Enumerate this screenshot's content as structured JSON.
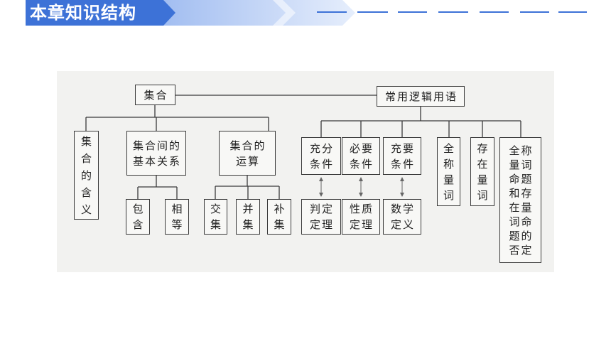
{
  "header": {
    "title": "本章知识结构"
  },
  "colors": {
    "accent": "#3d72d7",
    "accent_light": "#9dbaf0"
  },
  "diagram": {
    "sets": {
      "label": "集合",
      "meaning": "集合的含义",
      "relations": "集合间的基本关系",
      "operations": "集合的运算",
      "inclusion": "包含",
      "equality": "相等",
      "intersection": "交集",
      "union": "并集",
      "complement": "补集"
    },
    "logic": {
      "label": "常用逻辑用语",
      "sufficient": "充分条件",
      "necessary": "必要条件",
      "sufficient_necessary": "充要条件",
      "universal": "全称量词",
      "existential": "存在量词",
      "negation": "全称量词命题和存在量词命题的否定",
      "judgment_theorem": "判定定理",
      "property_theorem": "性质定理",
      "math_definition": "数学定义"
    }
  }
}
